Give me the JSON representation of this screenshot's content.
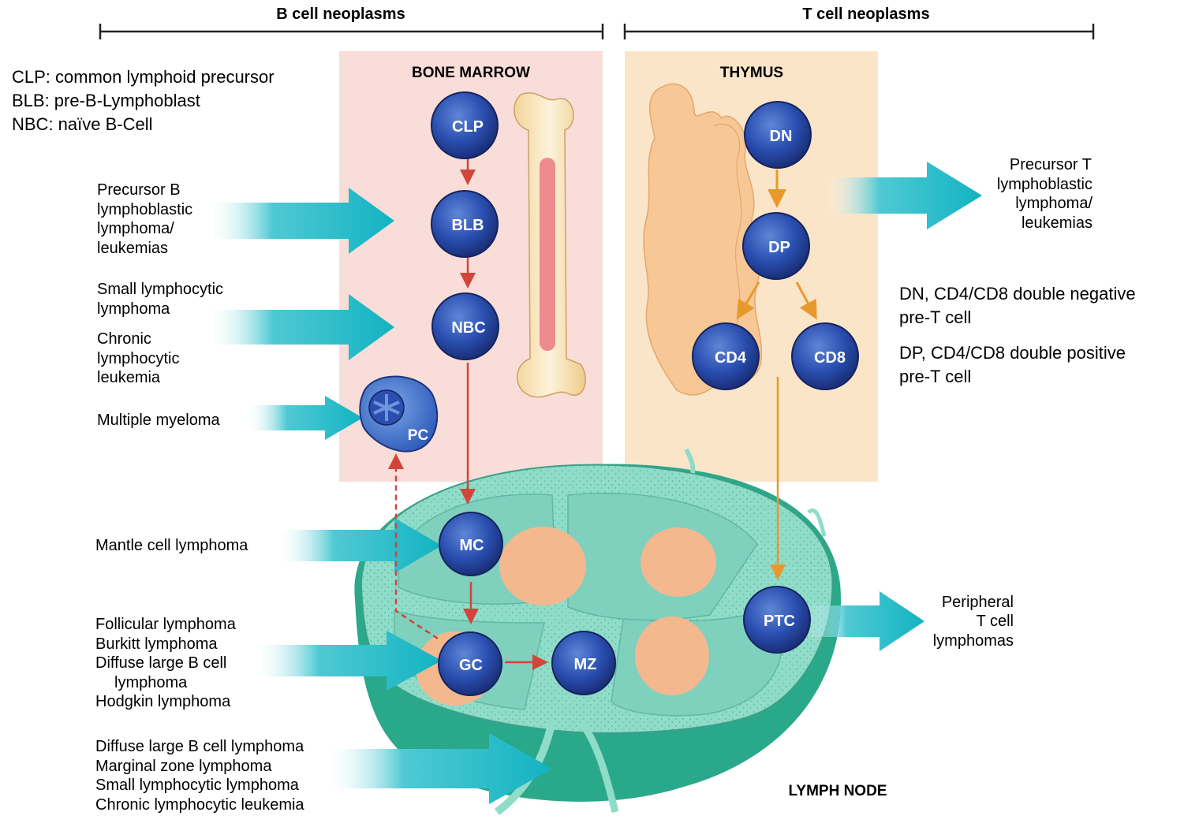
{
  "headers": {
    "b_cell": "B cell neoplasms",
    "t_cell": "T cell neoplasms"
  },
  "regions": {
    "bone_marrow": "BONE MARROW",
    "thymus": "THYMUS",
    "lymph_node": "LYMPH NODE"
  },
  "legend_b": [
    "CLP: common lymphoid precursor",
    "BLB: pre-B-Lymphoblast",
    "NBC: naïve B-Cell"
  ],
  "legend_t": {
    "dn": [
      "DN, CD4/CD8 double negative",
      "pre-T cell"
    ],
    "dp": [
      "DP, CD4/CD8 double positive",
      "pre-T cell"
    ]
  },
  "cells": {
    "clp": "CLP",
    "blb": "BLB",
    "nbc": "NBC",
    "pc": "PC",
    "mc": "MC",
    "gc": "GC",
    "mz": "MZ",
    "dn": "DN",
    "dp": "DP",
    "cd4": "CD4",
    "cd8": "CD8",
    "ptc": "PTC"
  },
  "neoplasms": {
    "precursor_b": [
      "Precursor B",
      "lymphoblastic",
      "lymphoma/",
      "leukemias"
    ],
    "small_lymphocytic": [
      "Small lymphocytic",
      "lymphoma"
    ],
    "chronic": [
      "Chronic",
      "lymphocytic",
      "leukemia"
    ],
    "myeloma": [
      "Multiple myeloma"
    ],
    "mantle": [
      "Mantle cell lymphoma"
    ],
    "follicular": [
      "Follicular lymphoma",
      "Burkitt lymphoma",
      "Diffuse large B cell",
      "lymphoma",
      "Hodgkin lymphoma"
    ],
    "marginal": [
      "Diffuse large B cell lymphoma",
      "Marginal zone lymphoma",
      "Small lymphocytic lymphoma",
      "Chronic lymphocytic leukemia"
    ],
    "precursor_t": [
      "Precursor T",
      "lymphoblastic",
      "lymphoma/",
      "leukemias"
    ],
    "peripheral_t": [
      "Peripheral",
      "T cell",
      "lymphomas"
    ]
  },
  "colors": {
    "bone_marrow_bg": "#f9ddd8",
    "thymus_bg": "#fbe5c9",
    "arrow_teal": "#1fb7c4",
    "cell_blue": "#2545a8",
    "b_arrow": "#d2453b",
    "t_arrow": "#e79a2b",
    "node_green": "#2aa88a",
    "node_light": "#8fdcc9",
    "follicle": "#f4b88f"
  }
}
